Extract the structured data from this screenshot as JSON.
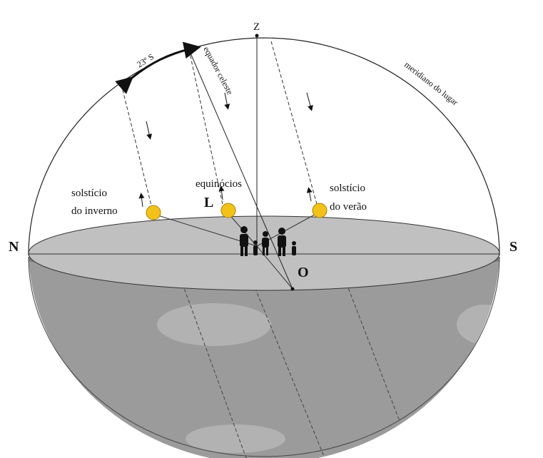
{
  "labels": {
    "zenith": "Z",
    "north": "N",
    "south": "S",
    "east": "L",
    "west": "O",
    "angle": "23º S",
    "celestial_equator": "equador celeste",
    "local_meridian": "meridiano do lugar",
    "winter_solstice_line1": "solstício",
    "winter_solstice_line2": "do inverno",
    "equinoxes": "equinócios",
    "summer_solstice_line1": "solstício",
    "summer_solstice_line2": "do verão"
  },
  "colors": {
    "horizon_plane": "#c0c0c0",
    "ground_lower": "#9b9b9b",
    "ground_shadow": "#b6b6b6",
    "sun": "#f2c21a",
    "outline": "#222222"
  },
  "icons": [
    "sun-icon",
    "family-silhouette-icon",
    "arrow-icon"
  ]
}
